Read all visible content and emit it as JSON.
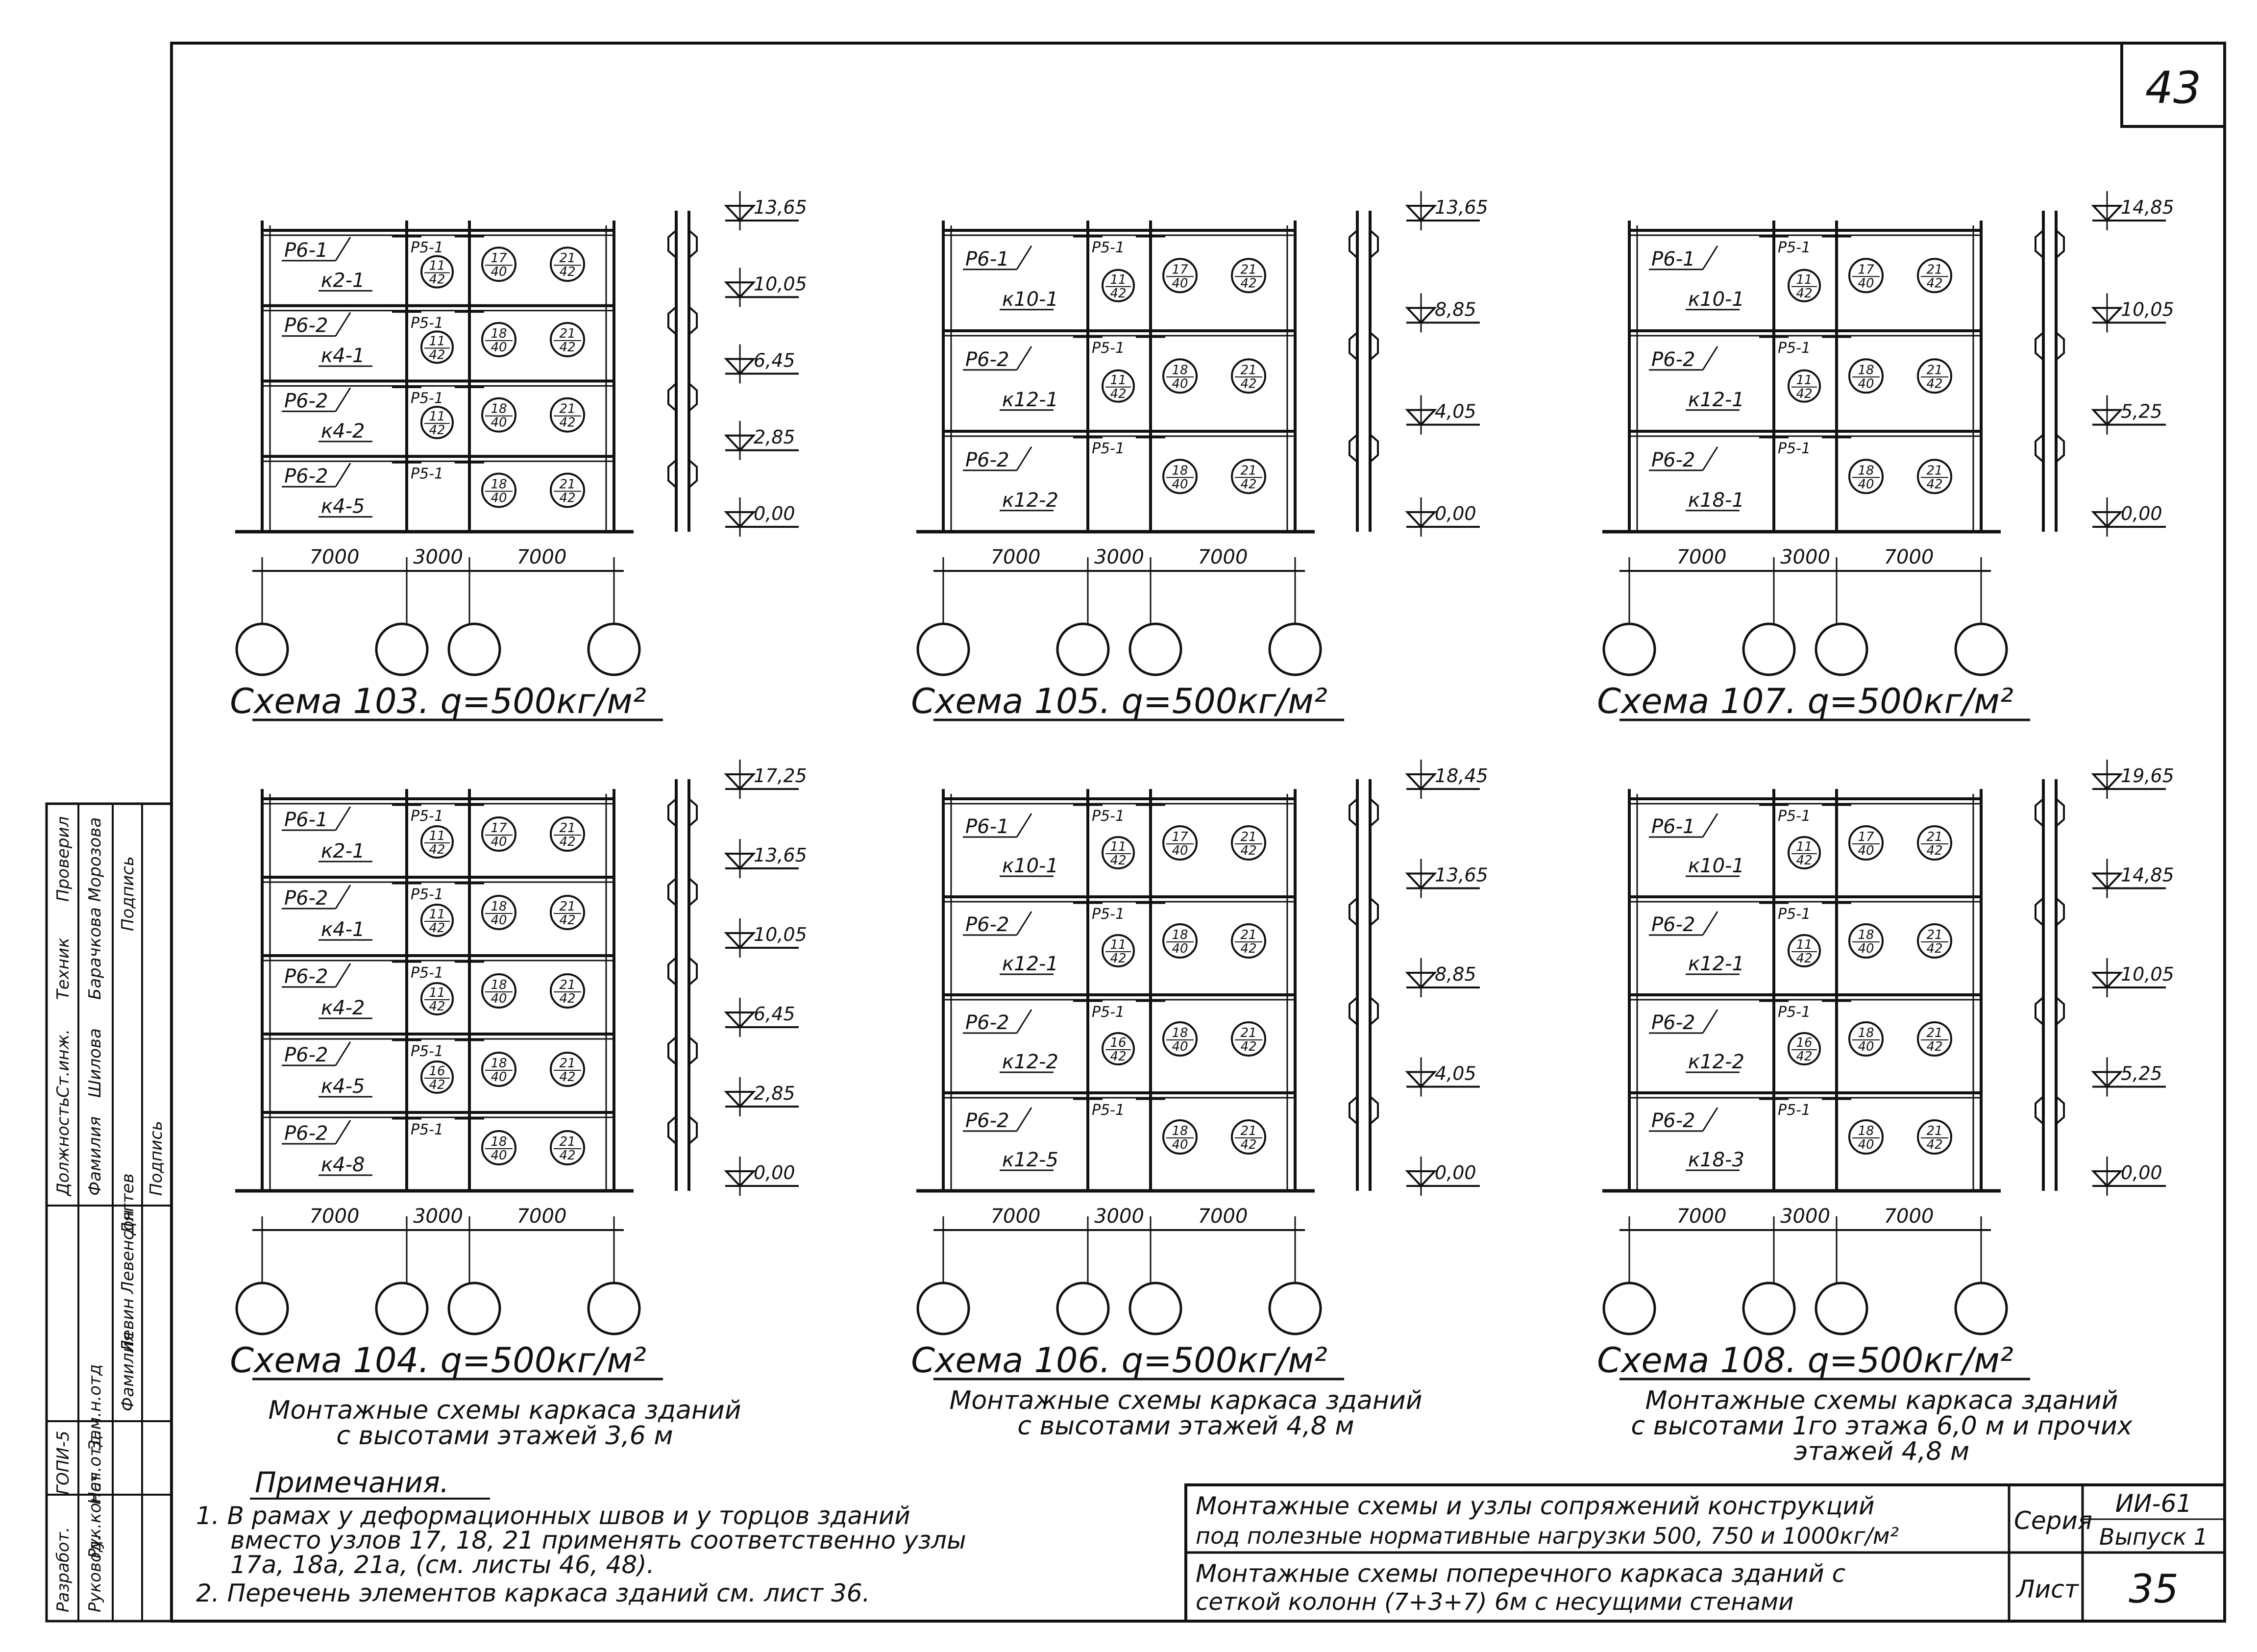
{
  "sheet_number": "43",
  "schemes": [
    {
      "caption": "Схема 103. q=500кг/м²",
      "levels": [
        "13,65",
        "10,05",
        "6,45",
        "2,85",
        "0,00"
      ],
      "floors": [
        {
          "beam": "Р6-1",
          "column": "к2-1",
          "ps": "Р5-1",
          "mid": "11/42",
          "n1": "17/40",
          "n2": "21/42"
        },
        {
          "beam": "Р6-2",
          "column": "к4-1",
          "ps": "Р5-1",
          "mid": "11/42",
          "n1": "18/40",
          "n2": "21/42"
        },
        {
          "beam": "Р6-2",
          "column": "к4-2",
          "ps": "Р5-1",
          "mid": "11/42",
          "n1": "18/40",
          "n2": "21/42"
        },
        {
          "beam": "Р6-2",
          "column": "к4-5",
          "ps": "Р5-1",
          "mid": "",
          "n1": "18/40",
          "n2": "21/42"
        }
      ],
      "spans": [
        "7000",
        "3000",
        "7000"
      ]
    },
    {
      "caption": "Схема 105. q=500кг/м²",
      "levels": [
        "13,65",
        "8,85",
        "4,05",
        "0,00"
      ],
      "floors": [
        {
          "beam": "Р6-1",
          "column": "к10-1",
          "ps": "Р5-1",
          "mid": "11/42",
          "n1": "17/40",
          "n2": "21/42"
        },
        {
          "beam": "Р6-2",
          "column": "к12-1",
          "ps": "Р5-1",
          "mid": "11/42",
          "n1": "18/40",
          "n2": "21/42"
        },
        {
          "beam": "Р6-2",
          "column": "к12-2",
          "ps": "Р5-1",
          "mid": "",
          "n1": "18/40",
          "n2": "21/42"
        }
      ],
      "spans": [
        "7000",
        "3000",
        "7000"
      ]
    },
    {
      "caption": "Схема 107. q=500кг/м²",
      "levels": [
        "14,85",
        "10,05",
        "5,25",
        "0,00"
      ],
      "floors": [
        {
          "beam": "Р6-1",
          "column": "к10-1",
          "ps": "Р5-1",
          "mid": "11/42",
          "n1": "17/40",
          "n2": "21/42"
        },
        {
          "beam": "Р6-2",
          "column": "к12-1",
          "ps": "Р5-1",
          "mid": "11/42",
          "n1": "18/40",
          "n2": "21/42"
        },
        {
          "beam": "Р6-2",
          "column": "к18-1",
          "ps": "Р5-1",
          "mid": "",
          "n1": "18/40",
          "n2": "21/42"
        }
      ],
      "spans": [
        "7000",
        "3000",
        "7000"
      ]
    },
    {
      "caption": "Схема 104. q=500кг/м²",
      "levels": [
        "17,25",
        "13,65",
        "10,05",
        "6,45",
        "2,85",
        "0,00"
      ],
      "floors": [
        {
          "beam": "Р6-1",
          "column": "к2-1",
          "ps": "Р5-1",
          "mid": "11/42",
          "n1": "17/40",
          "n2": "21/42"
        },
        {
          "beam": "Р6-2",
          "column": "к4-1",
          "ps": "Р5-1",
          "mid": "11/42",
          "n1": "18/40",
          "n2": "21/42"
        },
        {
          "beam": "Р6-2",
          "column": "к4-2",
          "ps": "Р5-1",
          "mid": "11/42",
          "n1": "18/40",
          "n2": "21/42"
        },
        {
          "beam": "Р6-2",
          "column": "к4-5",
          "ps": "Р5-1",
          "mid": "16/42",
          "n1": "18/40",
          "n2": "21/42"
        },
        {
          "beam": "Р6-2",
          "column": "к4-8",
          "ps": "Р5-1",
          "mid": "",
          "n1": "18/40",
          "n2": "21/42"
        }
      ],
      "spans": [
        "7000",
        "3000",
        "7000"
      ]
    },
    {
      "caption": "Схема 106. q=500кг/м²",
      "levels": [
        "18,45",
        "13,65",
        "8,85",
        "4,05",
        "0,00"
      ],
      "floors": [
        {
          "beam": "Р6-1",
          "column": "к10-1",
          "ps": "Р5-1",
          "mid": "11/42",
          "n1": "17/40",
          "n2": "21/42"
        },
        {
          "beam": "Р6-2",
          "column": "к12-1",
          "ps": "Р5-1",
          "mid": "11/42",
          "n1": "18/40",
          "n2": "21/42"
        },
        {
          "beam": "Р6-2",
          "column": "к12-2",
          "ps": "Р5-1",
          "mid": "16/42",
          "n1": "18/40",
          "n2": "21/42"
        },
        {
          "beam": "Р6-2",
          "column": "к12-5",
          "ps": "Р5-1",
          "mid": "",
          "n1": "18/40",
          "n2": "21/42"
        }
      ],
      "spans": [
        "7000",
        "3000",
        "7000"
      ]
    },
    {
      "caption": "Схема 108. q=500кг/м²",
      "levels": [
        "19,65",
        "14,85",
        "10,05",
        "5,25",
        "0,00"
      ],
      "floors": [
        {
          "beam": "Р6-1",
          "column": "к10-1",
          "ps": "Р5-1",
          "mid": "11/42",
          "n1": "17/40",
          "n2": "21/42"
        },
        {
          "beam": "Р6-2",
          "column": "к12-1",
          "ps": "Р5-1",
          "mid": "11/42",
          "n1": "18/40",
          "n2": "21/42"
        },
        {
          "beam": "Р6-2",
          "column": "к12-2",
          "ps": "Р5-1",
          "mid": "16/42",
          "n1": "18/40",
          "n2": "21/42"
        },
        {
          "beam": "Р6-2",
          "column": "к18-3",
          "ps": "Р5-1",
          "mid": "",
          "n1": "18/40",
          "n2": "21/42"
        }
      ],
      "spans": [
        "7000",
        "3000",
        "7000"
      ]
    }
  ],
  "group_titles": [
    [
      "Монтажные схемы каркаса зданий",
      "с высотами этажей 3,6 м"
    ],
    [
      "Монтажные схемы каркаса зданий",
      "с высотами этажей 4,8 м"
    ],
    [
      "Монтажные схемы каркаса зданий",
      "с высотами 1го этажа 6,0 м и прочих",
      "этажей 4,8 м"
    ]
  ],
  "notes": {
    "heading": "Примечания.",
    "lines": [
      "1. В рамах у деформационных швов и у торцов зданий",
      "вместо узлов 17, 18, 21 применять соответственно узлы",
      "17а, 18а, 21а, (см. листы 46, 48).",
      "2. Перечень элементов каркаса зданий см. лист 36."
    ]
  },
  "title_block": {
    "title1_line1": "Монтажные схемы и узлы сопряжений конструкций",
    "title1_line2": "под полезные нормативные нагрузки 500, 750 и 1000кг/м²",
    "series_label": "Серия",
    "series_value": "ИИ-61",
    "issue": "Выпуск 1",
    "title2_line1": "Монтажные схемы поперечного каркаса зданий с",
    "title2_line2": "сеткой колонн (7+3+7) 6м с несущими стенами",
    "sheet_label": "Лист",
    "sheet_value": "35"
  },
  "side_stamp": {
    "col1": [
      "Разработ.",
      "ГОПИ-5"
    ],
    "col2": [
      "Руковод.",
      "Рук.конст",
      "Нач.отд.",
      "Зам.н.отд"
    ],
    "col3": [
      "Фамилия",
      "Левин",
      "Левенсон",
      "Дягтев"
    ],
    "col4": [
      "Подпись"
    ],
    "col5": [
      "Должность",
      "Ст.инж.",
      "Техник",
      "Проверил"
    ],
    "col6": [
      "Фамилия",
      "Шилова",
      "Барачкова",
      "Морозова"
    ],
    "col7": [
      "Подпись"
    ]
  }
}
